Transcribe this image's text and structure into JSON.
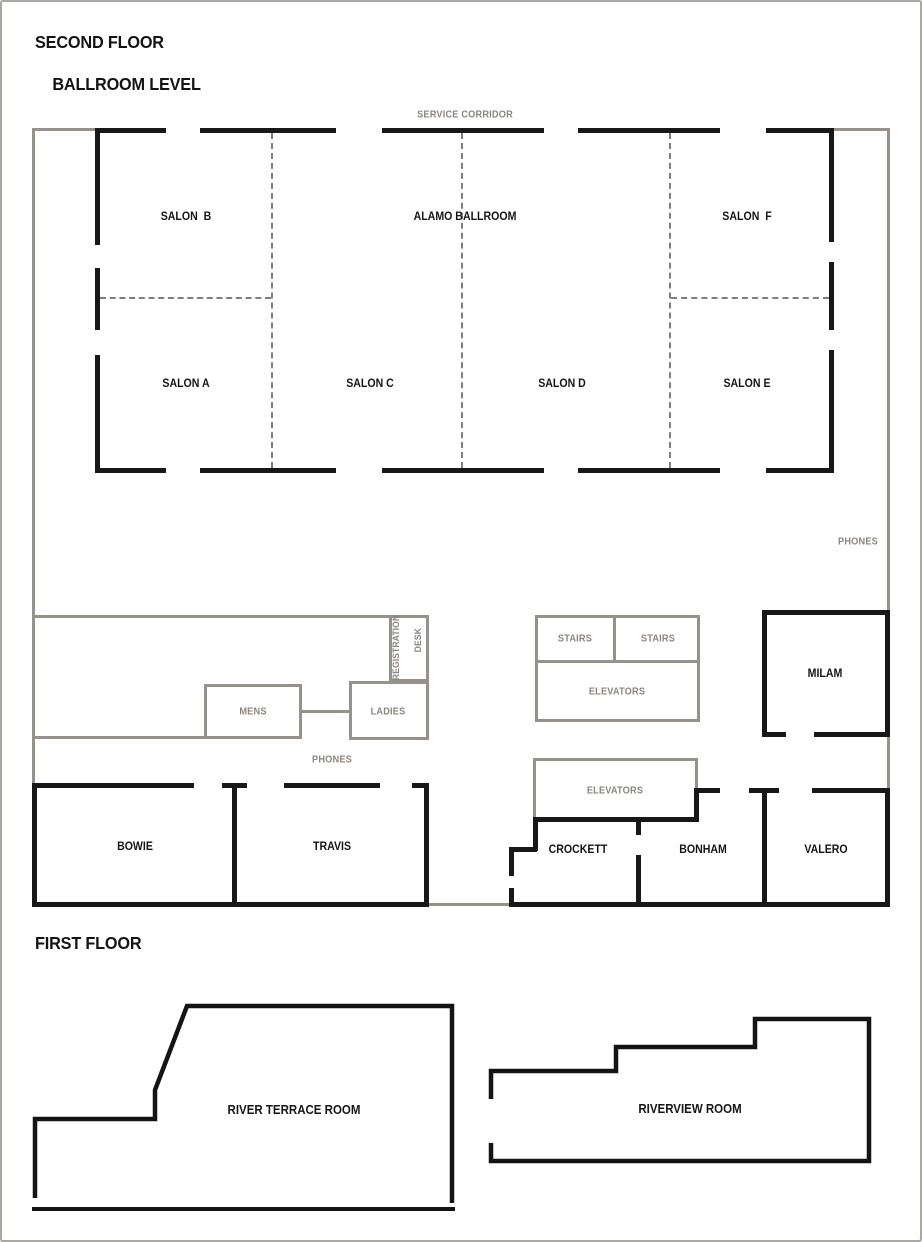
{
  "page": {
    "second_floor_title_line1": "SECOND FLOOR",
    "second_floor_title_line2": "BALLROOM LEVEL",
    "first_floor_title": "FIRST FLOOR"
  },
  "second_floor": {
    "service_corridor_label": "SERVICE CORRIDOR",
    "phones_right_label": "PHONES",
    "phones_lobby_label": "PHONES",
    "rooms": {
      "salon_b": "SALON  B",
      "alamo_ballroom": "ALAMO BALLROOM",
      "salon_f": "SALON  F",
      "salon_a": "SALON A",
      "salon_c": "SALON C",
      "salon_d": "SALON D",
      "salon_e": "SALON E",
      "milam": "MILAM",
      "bowie": "BOWIE",
      "travis": "TRAVIS",
      "crockett": "CROCKETT",
      "bonham": "BONHAM",
      "valero": "VALERO"
    },
    "facilities": {
      "stairs_left": "STAIRS",
      "stairs_right": "STAIRS",
      "elevators_upper": "ELEVATORS",
      "elevators_lower": "ELEVATORS",
      "mens": "MENS",
      "ladies": "LADIES",
      "registration_line1": "REGISTRATION",
      "registration_line2": "DESK"
    }
  },
  "first_floor": {
    "rooms": {
      "river_terrace_room": "RIVER TERRACE ROOM",
      "riverview_room": "RIVERVIEW ROOM"
    }
  },
  "colors": {
    "wall_black": "#181818",
    "wall_gray": "#97918b",
    "label_gray": "#8b8681",
    "label_black": "#161616"
  }
}
